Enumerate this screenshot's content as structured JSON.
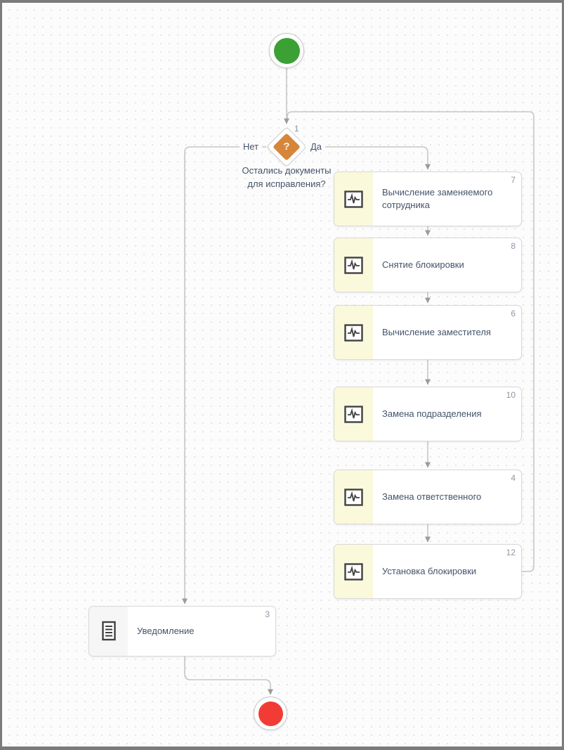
{
  "colors": {
    "start_fill": "#3ba135",
    "end_fill": "#f23b34",
    "gateway_fill": "#d6863b",
    "task_strip": "#faf9dc",
    "notification_strip": "#f6f6f6",
    "connector": "#c6c6c6",
    "arrowhead": "#9b9b9b",
    "label_text": "#44546a",
    "number_text": "#8c96a5"
  },
  "gateway": {
    "number": "1",
    "symbol": "?",
    "label": "Остались документы для исправления?",
    "branch_yes": "Да",
    "branch_no": "Нет"
  },
  "tasks": [
    {
      "number": "7",
      "label": "Вычисление заменяемого сотрудника"
    },
    {
      "number": "8",
      "label": "Снятие блокировки"
    },
    {
      "number": "6",
      "label": "Вычисление заместителя"
    },
    {
      "number": "10",
      "label": "Замена подразделения"
    },
    {
      "number": "4",
      "label": "Замена ответственного"
    },
    {
      "number": "12",
      "label": "Установка блокировки"
    }
  ],
  "notification": {
    "number": "3",
    "label": "Уведомление"
  }
}
